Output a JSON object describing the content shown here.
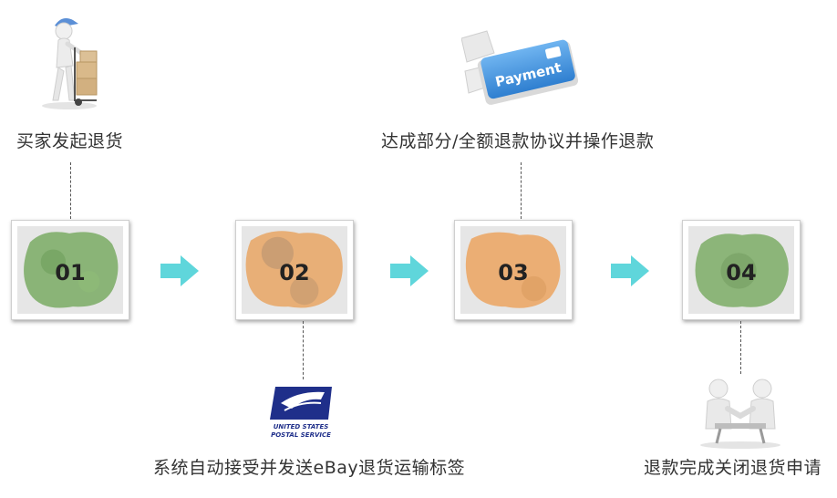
{
  "steps": [
    {
      "number": "01",
      "label": "买家发起退货",
      "color": "#7fae6a",
      "icon": "delivery-person-with-boxes-icon"
    },
    {
      "number": "02",
      "label": "系统自动接受并发送eBay退货运输标签",
      "color": "#e8a86a",
      "icon": "usps-logo-icon"
    },
    {
      "number": "03",
      "label": "达成部分/全额退款协议并操作退款",
      "color": "#eca96a",
      "icon": "payment-key-icon"
    },
    {
      "number": "04",
      "label": "退款完成关闭退货申请",
      "color": "#7fae6a",
      "icon": "handshake-icon"
    }
  ],
  "icons": {
    "payment_key_text": "Payment",
    "usps_line1": "UNITED STATES",
    "usps_line2": "POSTAL SERVICE"
  },
  "colors": {
    "arrow": "#5fd6db",
    "green": "#7fae6a",
    "orange": "#e8a86a"
  }
}
